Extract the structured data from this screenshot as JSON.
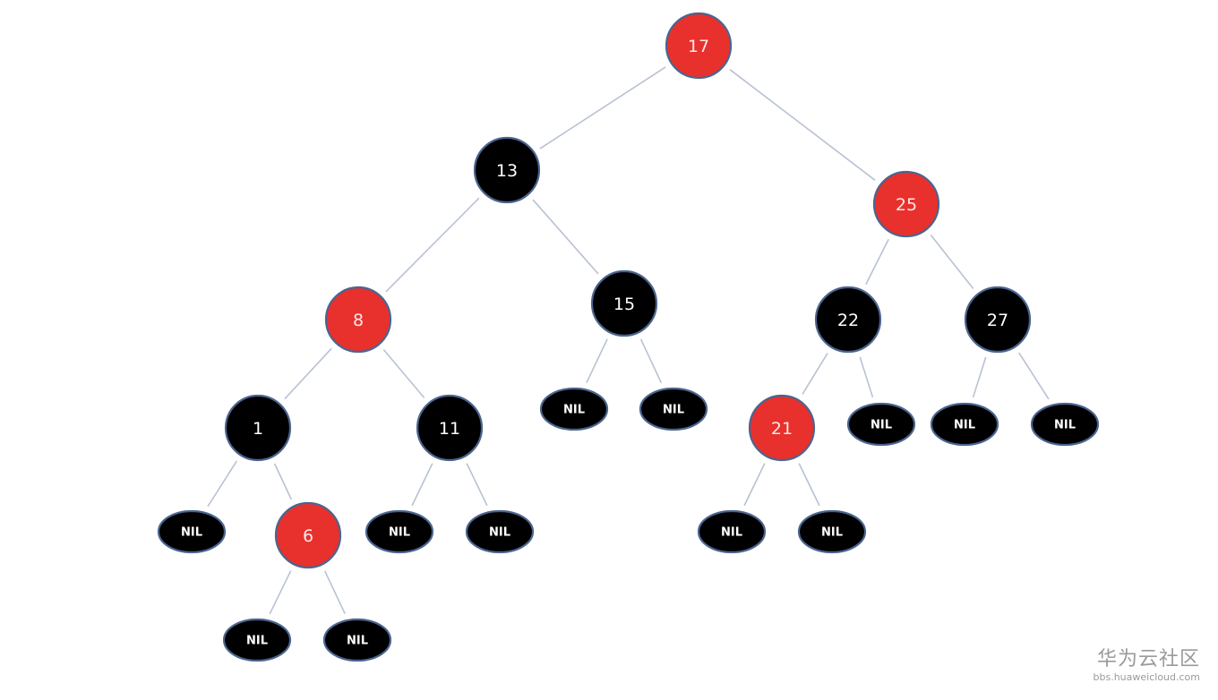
{
  "colors": {
    "red": "#e8302c",
    "black": "#000000",
    "outline": "#4a6590",
    "edge": "#b8c2d3",
    "label_light": "#ffffff",
    "label_on_red": "#fde8e8"
  },
  "tree": {
    "nodes": [
      {
        "id": "n17",
        "label": "17",
        "color": "red",
        "kind": "node"
      },
      {
        "id": "n13",
        "label": "13",
        "color": "black",
        "kind": "node"
      },
      {
        "id": "n25",
        "label": "25",
        "color": "red",
        "kind": "node"
      },
      {
        "id": "n8",
        "label": "8",
        "color": "red",
        "kind": "node"
      },
      {
        "id": "n15",
        "label": "15",
        "color": "black",
        "kind": "node"
      },
      {
        "id": "n22",
        "label": "22",
        "color": "black",
        "kind": "node"
      },
      {
        "id": "n27",
        "label": "27",
        "color": "black",
        "kind": "node"
      },
      {
        "id": "n1",
        "label": "1",
        "color": "black",
        "kind": "node"
      },
      {
        "id": "n11",
        "label": "11",
        "color": "black",
        "kind": "node"
      },
      {
        "id": "n21",
        "label": "21",
        "color": "red",
        "kind": "node"
      },
      {
        "id": "n6",
        "label": "6",
        "color": "red",
        "kind": "node"
      },
      {
        "id": "nil15a",
        "label": "NIL",
        "color": "black",
        "kind": "nil"
      },
      {
        "id": "nil15b",
        "label": "NIL",
        "color": "black",
        "kind": "nil"
      },
      {
        "id": "nil22",
        "label": "NIL",
        "color": "black",
        "kind": "nil"
      },
      {
        "id": "nil27a",
        "label": "NIL",
        "color": "black",
        "kind": "nil"
      },
      {
        "id": "nil27b",
        "label": "NIL",
        "color": "black",
        "kind": "nil"
      },
      {
        "id": "nil1",
        "label": "NIL",
        "color": "black",
        "kind": "nil"
      },
      {
        "id": "nil11a",
        "label": "NIL",
        "color": "black",
        "kind": "nil"
      },
      {
        "id": "nil11b",
        "label": "NIL",
        "color": "black",
        "kind": "nil"
      },
      {
        "id": "nil21a",
        "label": "NIL",
        "color": "black",
        "kind": "nil"
      },
      {
        "id": "nil21b",
        "label": "NIL",
        "color": "black",
        "kind": "nil"
      },
      {
        "id": "nil6a",
        "label": "NIL",
        "color": "black",
        "kind": "nil"
      },
      {
        "id": "nil6b",
        "label": "NIL",
        "color": "black",
        "kind": "nil"
      }
    ],
    "edges": [
      [
        "n17",
        "n13"
      ],
      [
        "n17",
        "n25"
      ],
      [
        "n13",
        "n8"
      ],
      [
        "n13",
        "n15"
      ],
      [
        "n25",
        "n22"
      ],
      [
        "n25",
        "n27"
      ],
      [
        "n8",
        "n1"
      ],
      [
        "n8",
        "n11"
      ],
      [
        "n15",
        "nil15a"
      ],
      [
        "n15",
        "nil15b"
      ],
      [
        "n22",
        "n21"
      ],
      [
        "n22",
        "nil22"
      ],
      [
        "n27",
        "nil27a"
      ],
      [
        "n27",
        "nil27b"
      ],
      [
        "n1",
        "nil1"
      ],
      [
        "n1",
        "n6"
      ],
      [
        "n11",
        "nil11a"
      ],
      [
        "n11",
        "nil11b"
      ],
      [
        "n21",
        "nil21a"
      ],
      [
        "n21",
        "nil21b"
      ],
      [
        "n6",
        "nil6a"
      ],
      [
        "n6",
        "nil6b"
      ]
    ]
  },
  "watermark": {
    "main": "华为云社区",
    "sub": "bbs.huaweicloud.com"
  }
}
